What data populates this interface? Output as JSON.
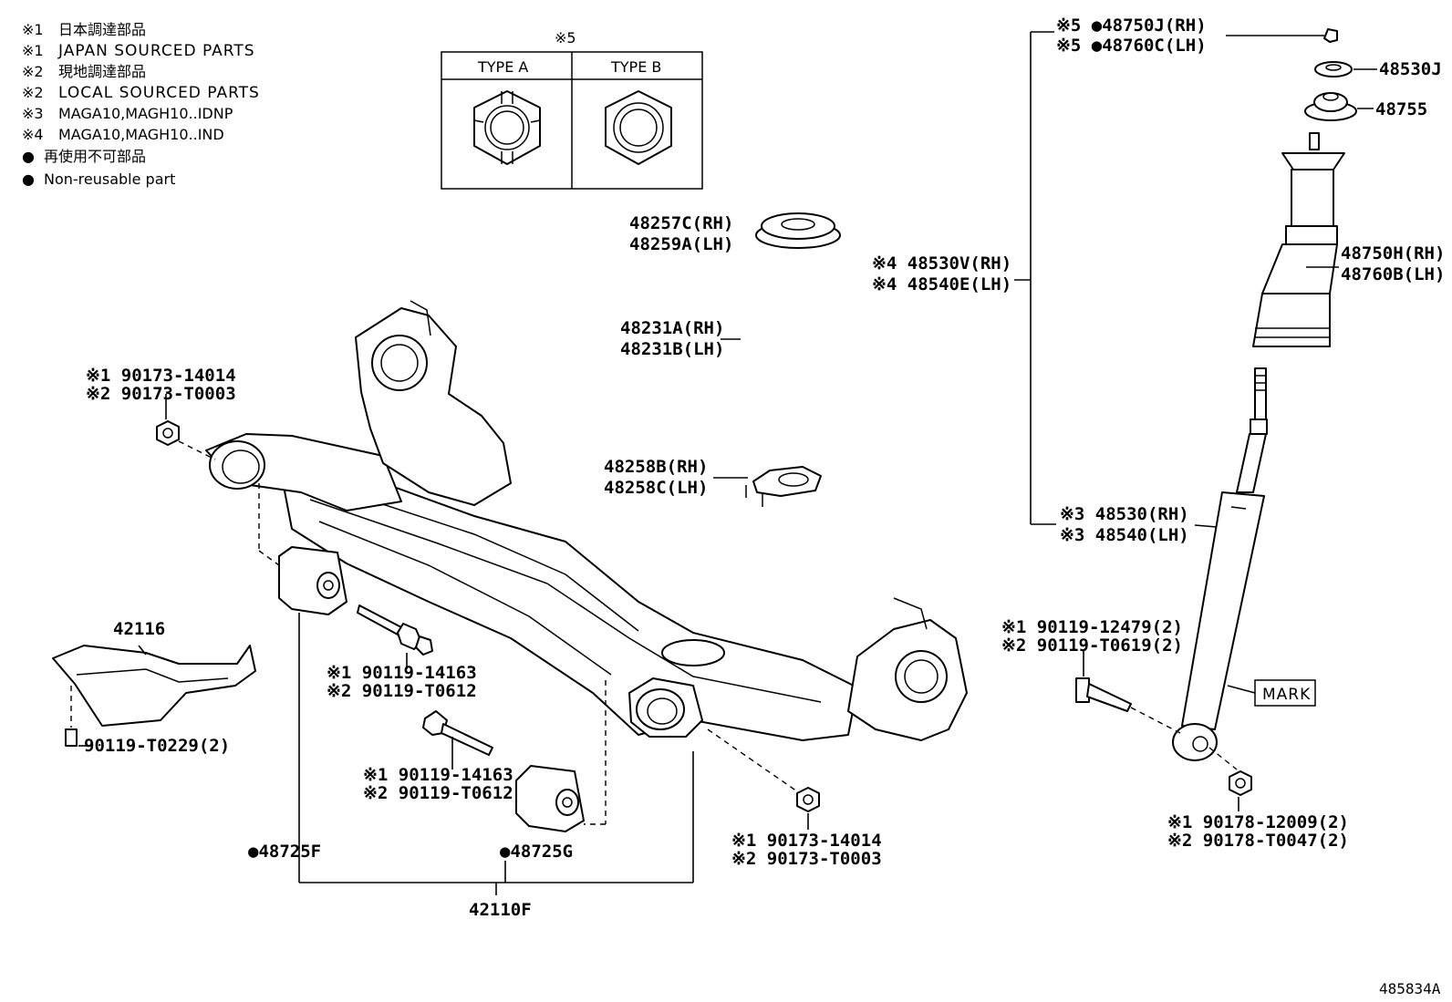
{
  "legend": [
    {
      "mark": "※1",
      "text": "日本調達部品"
    },
    {
      "mark": "※1",
      "text": "JAPAN SOURCED PARTS"
    },
    {
      "mark": "※2",
      "text": "現地調達部品"
    },
    {
      "mark": "※2",
      "text": "LOCAL SOURCED PARTS"
    },
    {
      "mark": "※3",
      "text": "MAGA10,MAGH10..IDNP"
    },
    {
      "mark": "※4",
      "text": "MAGA10,MAGH10..IND"
    },
    {
      "mark": "●",
      "text": "再使用不可部品"
    },
    {
      "mark": "●",
      "text": "Non-reusable part"
    }
  ],
  "nut_types": {
    "mark": "※5",
    "type_a": "TYPE A",
    "type_b": "TYPE B"
  },
  "labels": {
    "p48750J": "※5 ●48750J(RH)",
    "p48760C": "※5 ●48760C(LH)",
    "p48530J": "48530J",
    "p48755": "48755",
    "p48257C": "48257C(RH)",
    "p48259A": "48259A(LH)",
    "p48231A": "48231A(RH)",
    "p48231B": "48231B(LH)",
    "p48258B": "48258B(RH)",
    "p48258C": "48258C(LH)",
    "p48530V": "※4 48530V(RH)",
    "p48540E": "※4 48540E(LH)",
    "p48750H": "48750H(RH)",
    "p48760B": "48760B(LH)",
    "p48530": "※3 48530(RH)",
    "p48540": "※3 48540(LH)",
    "nut_tl_1": "※1 90173-14014",
    "nut_tl_2": "※2 90173-T0003",
    "p42116": "42116",
    "bolt_shield": "90119-T0229(2)",
    "bolt_a_1": "※1 90119-14163",
    "bolt_a_2": "※2 90119-T0612",
    "bolt_b_1": "※1 90119-14163",
    "bolt_b_2": "※2 90119-T0612",
    "p48725F": "●48725F",
    "p48725G": "●48725G",
    "p42110F": "42110F",
    "nut_br_1": "※1 90173-14014",
    "nut_br_2": "※2 90173-T0003",
    "shock_bolt_1": "※1 90119-12479(2)",
    "shock_bolt_2": "※2 90119-T0619(2)",
    "mark": "MARK",
    "shock_nut_1": "※1 90178-12009(2)",
    "shock_nut_2": "※2 90178-T0047(2)",
    "ref": "485834A"
  }
}
